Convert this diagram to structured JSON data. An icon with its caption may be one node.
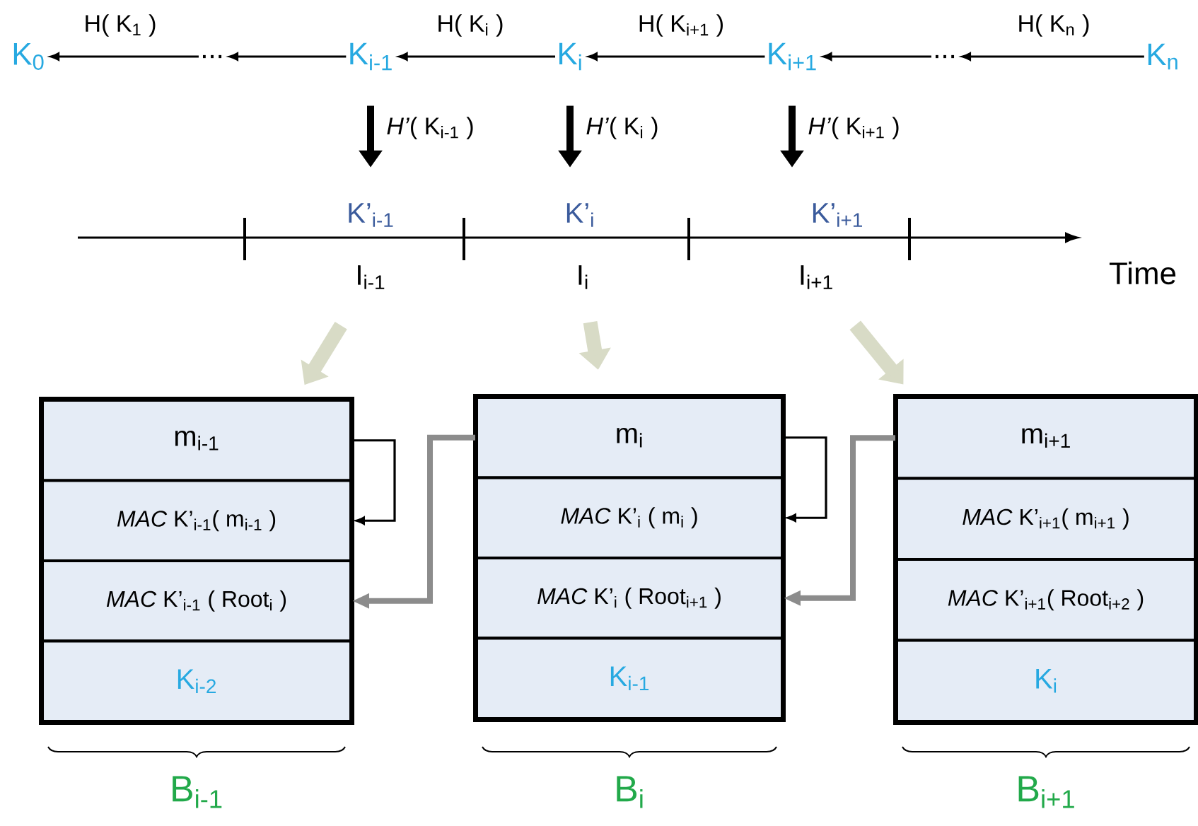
{
  "diagram": {
    "nodes": [
      {
        "text": [
          "K$_{0}$"
        ]
      },
      {
        "text": [
          "..."
        ]
      },
      {
        "text": [
          "K$_{i-1}$"
        ]
      },
      {
        "text": [
          "K$_{i}$"
        ]
      },
      {
        "text": [
          "K$_{i+1}$"
        ]
      },
      {
        "text": [
          "..."
        ]
      },
      {
        "text": [
          "K$_{n}$"
        ]
      },
      {
        "text": [
          "K’$_{i-1}$"
        ]
      },
      {
        "text": [
          "K’$_{i}$"
        ]
      },
      {
        "text": [
          "K’$_{i+1}$"
        ]
      },
      {
        "text": [
          "I$_{i-1}$"
        ]
      },
      {
        "text": [
          "I$_{i}$"
        ]
      },
      {
        "text": [
          "I$_{i+1}$"
        ]
      },
      {
        "text": [],
        "shape": "box",
        "beside": [
          "B$_{i-1}$"
        ]
      },
      {
        "text": [
          "m$_{i-1}$"
        ],
        "in": 13
      },
      {
        "text": [
          "*MAC* K’$_{i-1}$( m$_{i-1}$ )"
        ],
        "in": 13
      },
      {
        "text": [
          "*MAC* K’$_{i-1}$ ( Root$_{i}$ )"
        ],
        "in": 13
      },
      {
        "text": [
          "K$_{i-2}$"
        ],
        "in": 13
      },
      {
        "text": [],
        "shape": "box",
        "beside": [
          "B$_{i}$"
        ]
      },
      {
        "text": [
          "m$_{i}$"
        ],
        "in": 18
      },
      {
        "text": [
          "*MAC* K’$_{i}$ ( m$_{i}$ )"
        ],
        "in": 18
      },
      {
        "text": [
          "*MAC* K’$_{i}$ ( Root$_{i+1}$ )"
        ],
        "in": 18
      },
      {
        "text": [
          "K$_{i-1}$"
        ],
        "in": 18
      },
      {
        "text": [],
        "shape": "box",
        "beside": [
          "B$_{i+1}$"
        ]
      },
      {
        "text": [
          "m$_{i+1}$"
        ],
        "in": 23
      },
      {
        "text": [
          "*MAC* K’$_{i+1}$( m$_{i+1}$ )"
        ],
        "in": 23
      },
      {
        "text": [
          "*MAC* K’$_{i+1}$( Root$_{i+2}$ )"
        ],
        "in": 23
      },
      {
        "text": [
          "K$_{i}$"
        ],
        "in": 23
      }
    ],
    "edges": [
      {
        "from": 1,
        "to": 0,
        "arrow": "to",
        "label": "H( K$_{1}$ )"
      },
      {
        "from": 2,
        "to": 1,
        "arrow": "to"
      },
      {
        "from": 3,
        "to": 2,
        "arrow": "to",
        "label": "H( K$_{i}$ )"
      },
      {
        "from": 4,
        "to": 3,
        "arrow": "to",
        "label": "H( K$_{i+1}$ )"
      },
      {
        "from": 5,
        "to": 4,
        "arrow": "to"
      },
      {
        "from": 6,
        "to": 5,
        "arrow": "to",
        "label": "H( K$_{n}$ )"
      },
      {
        "from": 2,
        "to": 7,
        "arrow": "to",
        "style": "thick",
        "label": "*H’*( K$_{i-1}$ )"
      },
      {
        "from": 3,
        "to": 8,
        "arrow": "to",
        "style": "thick",
        "label": "*H’*( K$_{i}$ )"
      },
      {
        "from": 4,
        "to": 9,
        "arrow": "to",
        "style": "thick",
        "label": "*H’*( K$_{i+1}$ )"
      },
      {
        "from": 10,
        "to": 13,
        "arrow": "to",
        "style": "thick",
        "color": "#d8dbc6"
      },
      {
        "from": 11,
        "to": 18,
        "arrow": "to",
        "style": "thick",
        "color": "#d8dbc6"
      },
      {
        "from": 12,
        "to": 23,
        "arrow": "to",
        "style": "thick",
        "color": "#d8dbc6"
      },
      {
        "from": 14,
        "to": 15,
        "arrow": "to"
      },
      {
        "from": 19,
        "to": 20,
        "arrow": "to"
      },
      {
        "from": 19,
        "to": 16,
        "arrow": "to",
        "style": "thick",
        "color": "#8c8c8c"
      },
      {
        "from": 24,
        "to": 21,
        "arrow": "to",
        "style": "thick",
        "color": "#8c8c8c"
      }
    ],
    "labels": [
      "Time"
    ]
  }
}
